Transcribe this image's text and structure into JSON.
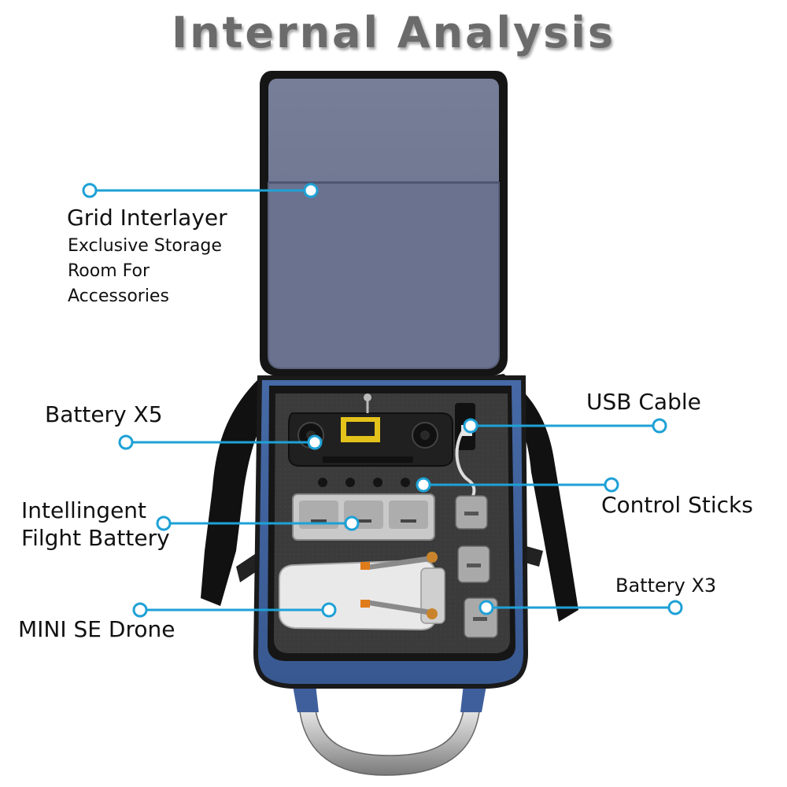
{
  "title": "Internal Analysis",
  "colors": {
    "callout": "#1ea1d6",
    "bag_blue": "#3f5f9c",
    "lid_lining": "#6e7692",
    "foam": "#3a3a3a"
  },
  "callouts": {
    "grid_interlayer": {
      "title": "Grid Interlayer",
      "lines": [
        "Exclusive Storage",
        "Room For",
        "Accessories"
      ]
    },
    "battery_x5": {
      "title": "Battery X5"
    },
    "intelligent_battery": {
      "lines": [
        "Intellingent",
        "Filght Battery"
      ]
    },
    "mini_se_drone": {
      "title": "MINI SE Drone"
    },
    "usb_cable": {
      "title": "USB Cable"
    },
    "control_sticks": {
      "title": "Control Sticks"
    },
    "battery_x3": {
      "title": "Battery X3"
    }
  }
}
